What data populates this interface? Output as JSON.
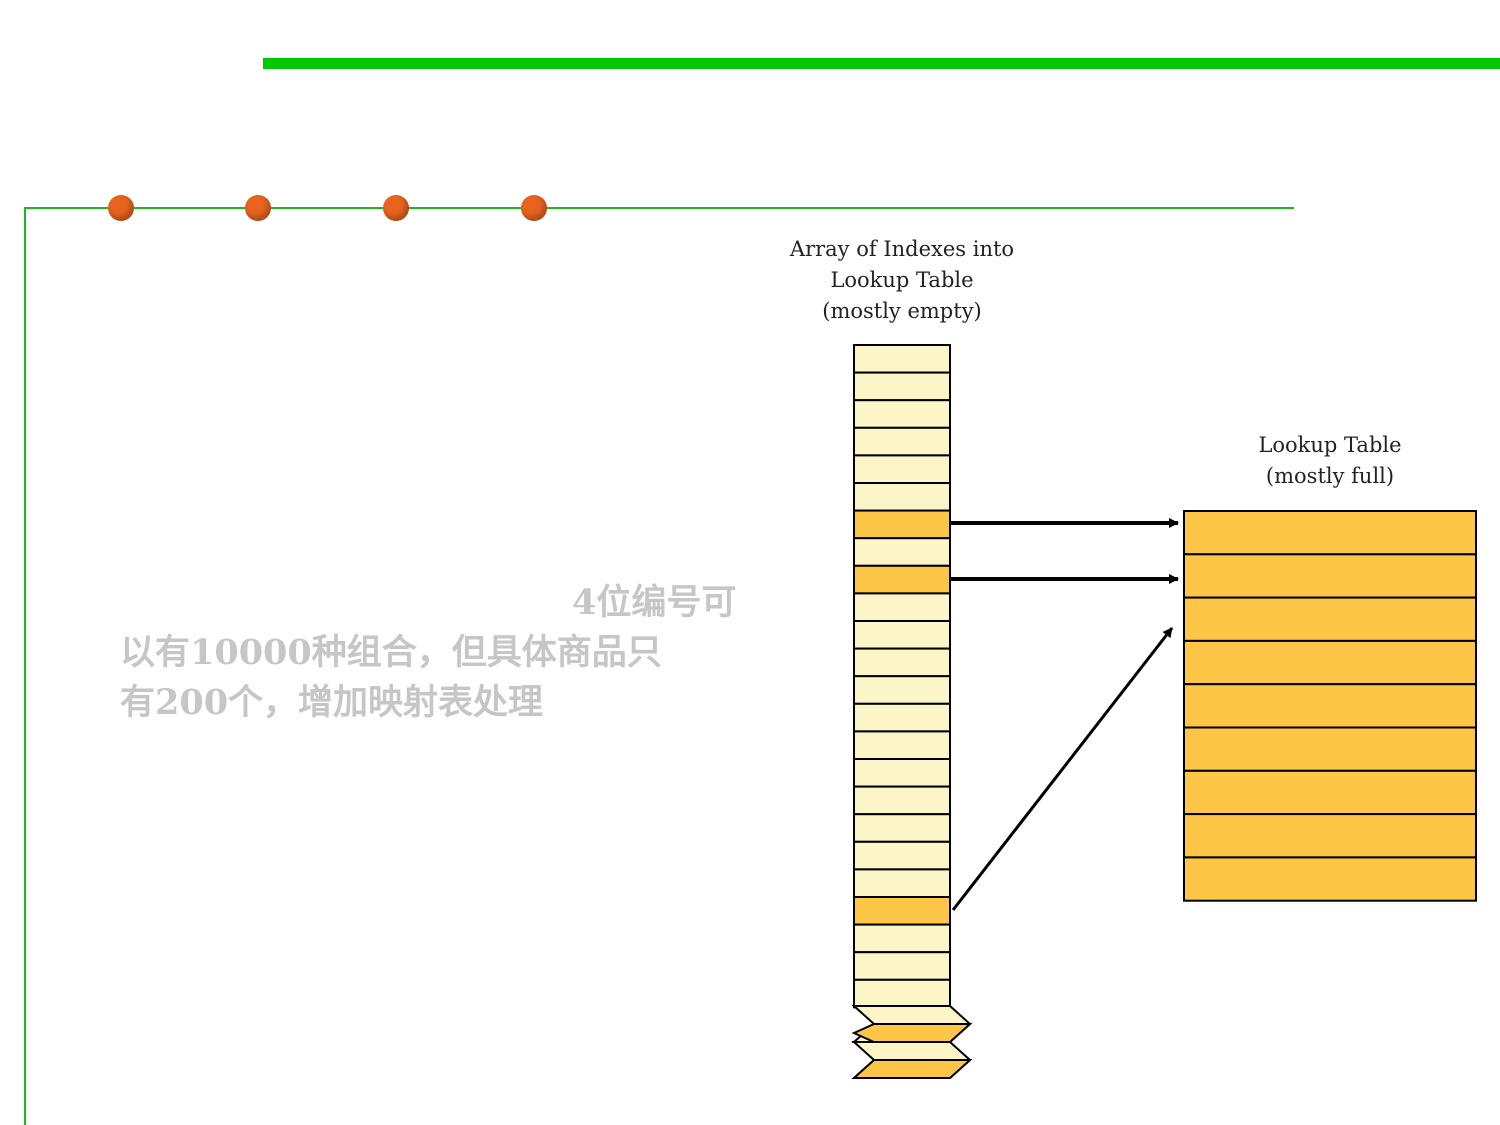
{
  "colors": {
    "accent_green": "#00c800",
    "frame_green": "#1cb91c",
    "dot_orange": "#e8641e",
    "empty_cell": "#fbf5c8",
    "filled_cell": "#fdc647",
    "text_gray": "#c6c6c6"
  },
  "note": {
    "lines": [
      "4位编号可",
      "以有10000种组合，但具体商品只",
      "有200个，增加映射表处理"
    ]
  },
  "index_array": {
    "label_lines": [
      "Array of Indexes into",
      "Lookup Table",
      "(mostly empty)"
    ],
    "cell_count": 24,
    "filled_cells": [
      6,
      8,
      20
    ]
  },
  "lookup_table": {
    "label_lines": [
      "Lookup Table",
      "(mostly full)"
    ],
    "row_count": 9
  }
}
